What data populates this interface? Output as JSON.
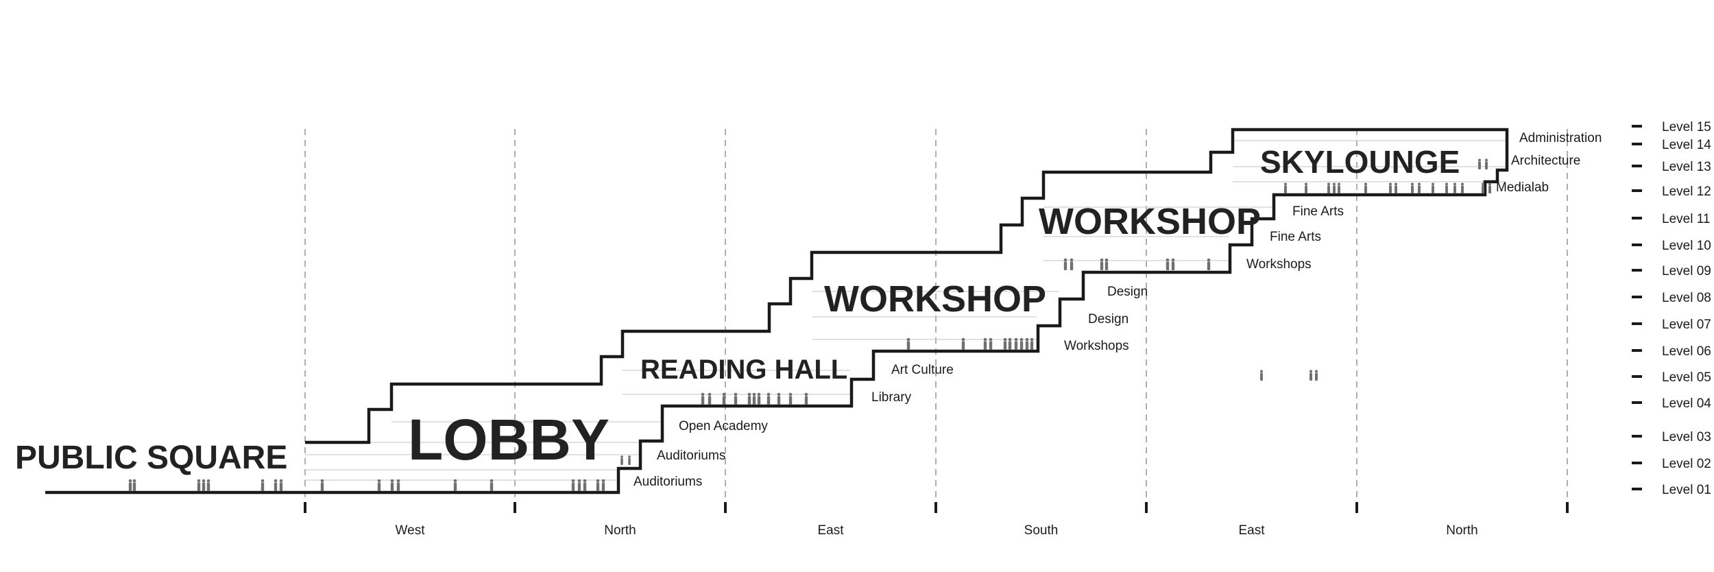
{
  "spaces": [
    {
      "id": "public-square",
      "label": "PUBLIC SQUARE"
    },
    {
      "id": "lobby",
      "label": "LOBBY"
    },
    {
      "id": "reading-hall",
      "label": "READING HALL"
    },
    {
      "id": "workshop-lower",
      "label": "WORKSHOP"
    },
    {
      "id": "workshop-upper",
      "label": "WORKSHOP"
    },
    {
      "id": "skylounge",
      "label": "SKYLOUNGE"
    }
  ],
  "programs": [
    {
      "id": "auditoriums-1",
      "label": "Auditoriums"
    },
    {
      "id": "auditoriums-2",
      "label": "Auditoriums"
    },
    {
      "id": "open-academy",
      "label": "Open Academy"
    },
    {
      "id": "library",
      "label": "Library"
    },
    {
      "id": "art-culture",
      "label": "Art Culture"
    },
    {
      "id": "workshops-1",
      "label": "Workshops"
    },
    {
      "id": "design-1",
      "label": "Design"
    },
    {
      "id": "design-2",
      "label": "Design"
    },
    {
      "id": "workshops-2",
      "label": "Workshops"
    },
    {
      "id": "fine-arts-1",
      "label": "Fine Arts"
    },
    {
      "id": "fine-arts-2",
      "label": "Fine Arts"
    },
    {
      "id": "medialab",
      "label": "Medialab"
    },
    {
      "id": "architecture",
      "label": "Architecture"
    },
    {
      "id": "administration",
      "label": "Administration"
    }
  ],
  "levels": [
    "Level 15",
    "Level 14",
    "Level 13",
    "Level 12",
    "Level 11",
    "Level 10",
    "Level 09",
    "Level 08",
    "Level 07",
    "Level 06",
    "Level 05",
    "Level 04",
    "Level 03",
    "Level 02",
    "Level 01"
  ],
  "directions": [
    "West",
    "North",
    "East",
    "South",
    "East",
    "North"
  ],
  "colors": {
    "line": "#1a1a1a",
    "grid": "#9a9a9a",
    "people": "#707070",
    "text": "#222222"
  }
}
